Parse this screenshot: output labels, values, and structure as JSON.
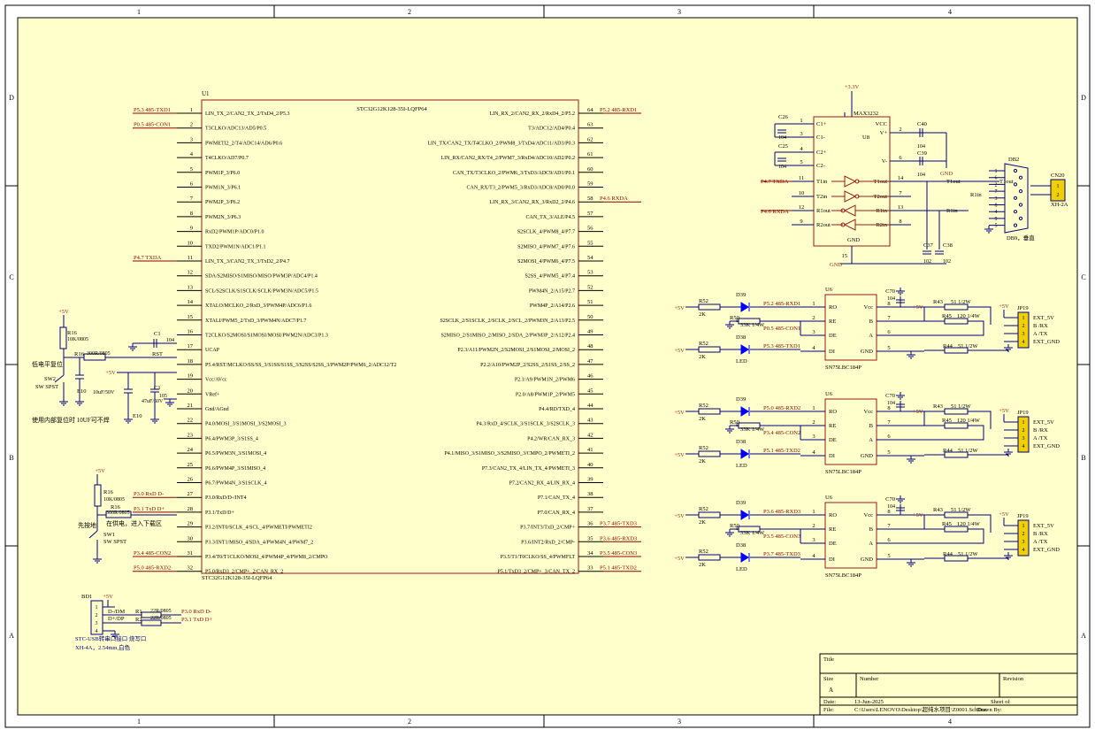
{
  "colors": {
    "paper": "#ffffcc",
    "line": "#000080",
    "body": "#9a1a1a",
    "net": "#8b0000",
    "part": "#000080",
    "text": "#000000",
    "led": "#0000ff"
  },
  "frame": {
    "col_labels": [
      "1",
      "2",
      "3",
      "4"
    ],
    "row_labels": [
      "D",
      "C",
      "B",
      "A"
    ]
  },
  "title_block": {
    "title_label": "Title",
    "size_label": "Size",
    "size_value": "A",
    "number_label": "Number",
    "revision_label": "Revision",
    "date_label": "Date:",
    "date_value": "13-Jun-2025",
    "sheet_label": "Sheet    of",
    "file_label": "File:",
    "file_value": "C:\\Users\\LENOVO\\Desktop\\超纯水项目\\Z0001.SchDoc",
    "drawn_label": "Drawn By:"
  },
  "mcu": {
    "designator": "U1",
    "title": "STC32G12K128-35I-LQFP64",
    "footer": "STC32G12K128-35I-LQFP64",
    "left_pins": [
      {
        "num": "1",
        "name": "LIN_TX_2/CAN2_TX_2/TxD4_2/P5.3",
        "net": "P5.3 485-TXD1"
      },
      {
        "num": "2",
        "name": "T3CLKO/ADC13/AD5/P0.5",
        "net": "P0.5 485-CON1"
      },
      {
        "num": "3",
        "name": "PWMETI2_2/T4/ADC14/AD6/P0.6",
        "net": ""
      },
      {
        "num": "4",
        "name": "T4CLKO/AD7/P0.7",
        "net": ""
      },
      {
        "num": "5",
        "name": "PWM1P_3/P6.0",
        "net": ""
      },
      {
        "num": "6",
        "name": "PWM1N_3/P6.1",
        "net": ""
      },
      {
        "num": "7",
        "name": "PWM2P_3/P6.2",
        "net": ""
      },
      {
        "num": "8",
        "name": "PWM2N_3/P6.3",
        "net": ""
      },
      {
        "num": "9",
        "name": "RxD2/PWM1P/ADC0/P1.0",
        "net": ""
      },
      {
        "num": "10",
        "name": "TXD2/PWM1N/ADC1/P1.1",
        "net": ""
      },
      {
        "num": "11",
        "name": "LIN_TX_3/CAN2_TX_3/TxD2_2/P4.7",
        "net": "P4.7 TXDA"
      },
      {
        "num": "12",
        "name": "SDA/S2MISO/S1MISO/MISO/PWM3P/ADC4/P1.4",
        "net": ""
      },
      {
        "num": "13",
        "name": "SCL/S2SCLK/S1SCLK/SCLK/PWM3N/ADC5/P1.5",
        "net": ""
      },
      {
        "num": "14",
        "name": "XTALO/MCLKO_2/RxD_3/PWM4P/ADC6/P1.6",
        "net": ""
      },
      {
        "num": "15",
        "name": "XTALI/PWM5_2/TxD_3/PWM4N/ADC7/P1.7",
        "net": ""
      },
      {
        "num": "16",
        "name": "T2CLKO/S2MOSI/S1MOSI/MOSI/PWM2N/ADC3/P1.3",
        "net": ""
      },
      {
        "num": "17",
        "name": "UCAP",
        "net": ""
      },
      {
        "num": "18",
        "name": "P5.4/RST/MCLKO/SS/SS_3/S1SS/S1SS_3/S2SS/S2SS_3/PWM2P/PWM6_2/ADC12/T2",
        "net": ""
      },
      {
        "num": "19",
        "name": "Vcc/AVcc",
        "net": ""
      },
      {
        "num": "20",
        "name": "VRef+",
        "net": ""
      },
      {
        "num": "21",
        "name": "Gnd/AGnd",
        "net": ""
      },
      {
        "num": "22",
        "name": "P4.0/MOSI_3/S1MOSI_3/S2MOSI_3",
        "net": ""
      },
      {
        "num": "23",
        "name": "P6.4/PWM3P_3/S1SS_4",
        "net": ""
      },
      {
        "num": "24",
        "name": "P6.5/PWM3N_3/S1MOSI_4",
        "net": ""
      },
      {
        "num": "25",
        "name": "P6.6/PWM4P_3/S1MISO_4",
        "net": ""
      },
      {
        "num": "26",
        "name": "P6.7/PWM4N_3/S1SCLK_4",
        "net": ""
      },
      {
        "num": "27",
        "name": "P3.0/RxD/D-/INT4",
        "net": "P3.0  RxD  D-"
      },
      {
        "num": "28",
        "name": "P3.1/TxD/D+",
        "net": "P3.1  TxD  D+"
      },
      {
        "num": "29",
        "name": "P3.2/INT0/SCLK_4/SCL_4/PWMETI/PWMETI2",
        "net": ""
      },
      {
        "num": "30",
        "name": "P3.3/INT1/MISO_4/SDA_4/PWM4N_4/PWM7_2",
        "net": ""
      },
      {
        "num": "31",
        "name": "P3.4/T0/T1CLKO/MOSI_4/PWM4P_4/PWM8_2/CMPO",
        "net": "P3.4  485-CON2"
      },
      {
        "num": "32",
        "name": "P5.0/RxD3_2/CMP+_2/CAN_RX_2",
        "net": "P5.0  485-RXD2"
      }
    ],
    "right_pins": [
      {
        "num": "64",
        "name": "LIN_RX_2/CAN2_RX_2/RxD4_2/P5.2",
        "net": "P5.2 485-RXD1"
      },
      {
        "num": "63",
        "name": "T3/ADC12/AD4/P0.4",
        "net": ""
      },
      {
        "num": "62",
        "name": "LIN_TX/CAN2_TX/T4CLKO_2/PWM8_3/TxD4/ADC11/AD3/P0.3",
        "net": ""
      },
      {
        "num": "61",
        "name": "LIN_RX/CAN2_RX/T4_2/PWM7_3/RxD4/ADC10/AD2/P0.2",
        "net": ""
      },
      {
        "num": "60",
        "name": "CAN_TX/T3CLKO_2/PWM6_3/TxD3/ADC9/AD1/P0.1",
        "net": ""
      },
      {
        "num": "59",
        "name": "CAN_RX/T3_2/PWM5_3/RxD3/ADC8/AD0/P0.0",
        "net": ""
      },
      {
        "num": "58",
        "name": "LIN_RX_3/CAN2_RX_3/RxD2_2/P4.6",
        "net": "P4.6 RXDA"
      },
      {
        "num": "57",
        "name": "CAN_TX_3/ALE/P4.5",
        "net": ""
      },
      {
        "num": "56",
        "name": "S2SCLK_4/PWM8_4/P7.7",
        "net": ""
      },
      {
        "num": "55",
        "name": "S2MISO_4/PWM7_4/P7.6",
        "net": ""
      },
      {
        "num": "54",
        "name": "S2MOSI_4/PWM6_4/P7.5",
        "net": ""
      },
      {
        "num": "53",
        "name": "S2SS_4/PWM5_4/P7.4",
        "net": ""
      },
      {
        "num": "52",
        "name": "PWM4N_2/A15/P2.7",
        "net": ""
      },
      {
        "num": "51",
        "name": "PWM4P_2/A14/P2.6",
        "net": ""
      },
      {
        "num": "50",
        "name": "S2SCLK_2/S1SCLK_2/SCLK_2/SCL_2/PWM3N_2/A13/P2.5",
        "net": ""
      },
      {
        "num": "49",
        "name": "S2MISO_2/S1MISO_2/MISO_2/SDA_2/PWM3P_2/A12/P2.4",
        "net": ""
      },
      {
        "num": "48",
        "name": "P2.3/A11/PWM2N_2/S2MOSI_2/S1MOSI_2/MOSI_2",
        "net": ""
      },
      {
        "num": "47",
        "name": "P2.2/A10/PWM2P_2/S2SS_2/S1SS_2/SS_2",
        "net": ""
      },
      {
        "num": "46",
        "name": "P2.1/A9/PWM1N_2/PWM6",
        "net": ""
      },
      {
        "num": "45",
        "name": "P2.0/A8/PWM1P_2/PWM5",
        "net": ""
      },
      {
        "num": "44",
        "name": "P4.4/RD/TXD_4",
        "net": ""
      },
      {
        "num": "43",
        "name": "P4.3/RxD_4/SCLK_3/S1SCLK_3/S2SCLK_3",
        "net": ""
      },
      {
        "num": "42",
        "name": "P4.2/WR/CAN_RX_3",
        "net": ""
      },
      {
        "num": "41",
        "name": "P4.1/MISO_3/S1MISO_3/S2MISO_3/CMPO_2/PWMETI_2",
        "net": ""
      },
      {
        "num": "40",
        "name": "P7.3/CAN2_TX_4/LIN_TX_4/PWMETI_3",
        "net": ""
      },
      {
        "num": "39",
        "name": "P7.2/CAN2_RX_4/LIN_RX_4",
        "net": ""
      },
      {
        "num": "38",
        "name": "P7.1/CAN_TX_4",
        "net": ""
      },
      {
        "num": "37",
        "name": "P7.0/CAN_RX_4",
        "net": ""
      },
      {
        "num": "36",
        "name": "P3.7/INT3/TxD_2/CMP+",
        "net": "P3.7 485-TXD3"
      },
      {
        "num": "35",
        "name": "P3.6/INT2/RxD_2/CMP-",
        "net": "P3.6 485-RXD3"
      },
      {
        "num": "34",
        "name": "P3.5/T1/T0CLKO/SS_4/PWMFLT",
        "net": "P3.5 485-CON3"
      },
      {
        "num": "33",
        "name": "P5.1/TxD3_2/CMP+_3/CAN_TX_2",
        "net": "P5.1 485-TXD2"
      }
    ]
  },
  "reset_circuit": {
    "vcc": "+5V",
    "r16_name": "R16",
    "r16_value": "10K/0805",
    "r16b_name": "R16",
    "r16b_value": "300R/0805",
    "rst_net": "RST",
    "c1_name": "C1",
    "c1_value": "104",
    "e10_name": "E10",
    "e10_value": "10uF/50V",
    "sw_name": "SW2",
    "sw_type": "SW SPST",
    "note_low": "低电平复位",
    "note_internal": "使用内部复位时 10UF可不焊",
    "vcc2": "+5V",
    "c1b_name": "C1",
    "c1b_value": "105",
    "e10b_name": "E10",
    "e10b_value": "47uF/50V"
  },
  "download_circuit": {
    "vcc": "+5V",
    "r16_name": "R16",
    "r16_value": "10K/0805",
    "r16b_name": "R16",
    "r16b_value": "300R/0805",
    "note_power": "在供电，进入下载区",
    "note_press": "先按地",
    "sw_name": "SW1",
    "sw_type": "SW SPST"
  },
  "usb": {
    "designator": "BD1",
    "vcc": "+5V",
    "pins": [
      "1",
      "2",
      "3",
      "4"
    ],
    "dm": "D-/DM",
    "dp": "D+/DP",
    "r1": "R1",
    "r1_value": "22R/0805",
    "r2": "R2",
    "r2_value": "22R/0805",
    "net_dm": "P3.0  RxD  D-",
    "net_dp": "P3.1  TxD  D+",
    "note1": "STC-USB转串口接口 烧写口",
    "note2": "XH-4A，2.54mm,白色"
  },
  "max3232": {
    "vcc_label": "+3.3V",
    "part": "MAX3232",
    "designator": "U8",
    "c26": "C26",
    "c26_val": "104",
    "c25": "C25",
    "c25_val": "104",
    "c40": "C40",
    "c40_val": "104",
    "c39": "C39",
    "c39_val": "104",
    "c37": "C37",
    "c37_val": "102",
    "c38": "C38",
    "c38_val": "102",
    "gnd": "GND",
    "left_pins": [
      {
        "num": "1",
        "name": "C1+"
      },
      {
        "num": "3",
        "name": "C1-"
      },
      {
        "num": "4",
        "name": "C2+"
      },
      {
        "num": "5",
        "name": "C2-"
      },
      {
        "num": "11",
        "name": "T1in"
      },
      {
        "num": "10",
        "name": "T2in"
      },
      {
        "num": "12",
        "name": "R1out"
      },
      {
        "num": "9",
        "name": "R2out"
      }
    ],
    "right_pins": [
      {
        "num": "",
        "name": "VCC"
      },
      {
        "num": "2",
        "name": "V+"
      },
      {
        "num": "6",
        "name": "V-"
      },
      {
        "num": "14",
        "name": "T1out"
      },
      {
        "num": "7",
        "name": "T2out"
      },
      {
        "num": "13",
        "name": "R1in"
      },
      {
        "num": "8",
        "name": "R2in"
      }
    ],
    "gnd_pin": "15",
    "net_txd": "P4.7 TXDA",
    "net_rxd": "P4.6 RXDA",
    "t1out_net": "T1out",
    "r1in_net": "R1in"
  },
  "db9": {
    "designator": "DB2",
    "label": "DB9，垂直",
    "pins": [
      "1",
      "6",
      "2",
      "7",
      "3",
      "8",
      "4",
      "9",
      "5"
    ],
    "cn_designator": "CN20",
    "cn_pins": [
      "1",
      "2"
    ],
    "cn_type": "XH-2A"
  },
  "rs485": [
    {
      "chip": "U6",
      "part": "SN75LBC184P",
      "r_en": "R52",
      "r_en_val": "2K",
      "r_de": "R50",
      "r_de_val": "33K 1/4W",
      "r_di": "R52",
      "r_di_val": "2K",
      "led_a": "D39",
      "led_b": "D38",
      "led_label": "LED",
      "net_rxd": "P5.2 485-RXD1",
      "net_con": "P0.5 485-CON1",
      "net_txd": "P5.3 485-TXD1",
      "cap": "C70",
      "cap_val": "104",
      "r43": "R43",
      "r43_val": "51 1/2W",
      "r45": "R45",
      "r45_val": "120 1/4W",
      "r44": "R44",
      "r44_val": "51 1/2W",
      "jp": "JP19",
      "jp_labels": [
        "EXT_5V",
        "B /RX",
        "A /TX",
        "EXT_GND"
      ]
    },
    {
      "chip": "U6",
      "part": "SN75LBC184P",
      "r_en": "R52",
      "r_en_val": "2K",
      "r_de": "R50",
      "r_de_val": "33K 1/4W",
      "r_di": "R52",
      "r_di_val": "2K",
      "led_a": "D39",
      "led_b": "D38",
      "led_label": "LED",
      "net_rxd": "P5.0 485-RXD2",
      "net_con": "P3.4 485-CON2",
      "net_txd": "P5.1 485-TXD2",
      "cap": "C70",
      "cap_val": "104",
      "r43": "R43",
      "r43_val": "51 1/2W",
      "r45": "R45",
      "r45_val": "120 1/4W",
      "r44": "R44",
      "r44_val": "51 1/2W",
      "jp": "JP19",
      "jp_labels": [
        "EXT_5V",
        "B /RX",
        "A /TX",
        "EXT_GND"
      ]
    },
    {
      "chip": "U6",
      "part": "SN75LBC184P",
      "r_en": "R52",
      "r_en_val": "2K",
      "r_de": "R50",
      "r_de_val": "33K 1/4W",
      "r_di": "R52",
      "r_di_val": "2K",
      "led_a": "D39",
      "led_b": "D38",
      "led_label": "LED",
      "net_rxd": "P3.6 485-RXD3",
      "net_con": "P3.5 485-CON3",
      "net_txd": "P3.7 485-TXD3",
      "cap": "C70",
      "cap_val": "104",
      "r43": "R43",
      "r43_val": "51 1/2W",
      "r45": "R45",
      "r45_val": "120 1/4W",
      "r44": "R44",
      "r44_val": "51 1/2W",
      "jp": "JP19",
      "jp_labels": [
        "EXT_5V",
        "B /RX",
        "A /TX",
        "EXT_GND"
      ]
    }
  ],
  "rs485_pins": {
    "left": [
      {
        "num": "1",
        "name": "RO"
      },
      {
        "num": "2",
        "name": "RE"
      },
      {
        "num": "3",
        "name": "DE"
      },
      {
        "num": "4",
        "name": "DI"
      }
    ],
    "right": [
      {
        "num": "8",
        "name": "Vcc"
      },
      {
        "num": "7",
        "name": "B"
      },
      {
        "num": "6",
        "name": "A"
      },
      {
        "num": "5",
        "name": "GND"
      }
    ],
    "vcc": "+5V",
    "jp_pins": [
      "1",
      "2",
      "3",
      "4"
    ]
  }
}
